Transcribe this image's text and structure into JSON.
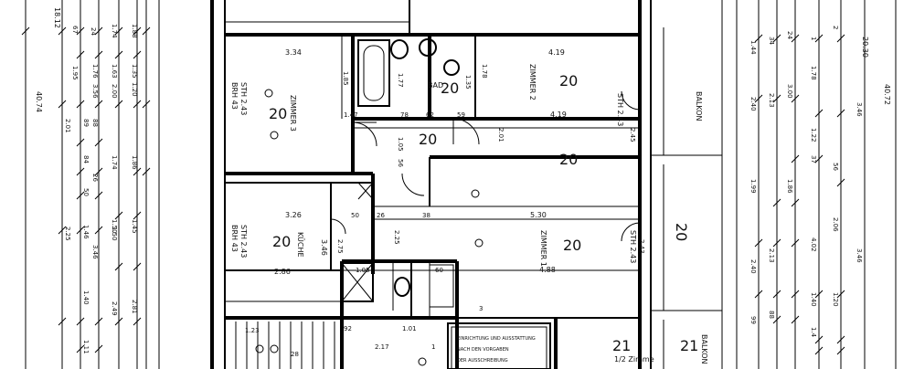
{
  "plan": {
    "rooms": [
      {
        "id": "zimmer3",
        "name": "ZIMMER 3",
        "number": "20",
        "sth": "STH 2.43",
        "brh": "BRH 43"
      },
      {
        "id": "bad",
        "name": "BAD",
        "number": "20"
      },
      {
        "id": "zimmer2",
        "name": "ZIMMER 2",
        "number": "20",
        "sth": "STH 2.43"
      },
      {
        "id": "flur",
        "number": "20"
      },
      {
        "id": "kueche",
        "name": "KÜCHE",
        "number": "20",
        "sth": "STH 2.43",
        "brh": "BRH 43"
      },
      {
        "id": "zimmer1",
        "name": "ZIMMER 1",
        "number": "20",
        "sth": "STH 2.43"
      },
      {
        "id": "balkon_top",
        "name": "BALKON"
      },
      {
        "id": "balkon_mid",
        "number": "20"
      },
      {
        "id": "balkon_low",
        "name": "BALKON",
        "number": "21"
      },
      {
        "id": "zimmer_low",
        "name": "1/2 Zimme",
        "number": "21"
      }
    ],
    "dims": {
      "d334": "3.34",
      "d419a": "4.19",
      "d419b": "4.19",
      "d326": "3.26",
      "d530": "5.30",
      "d488": "4.88",
      "d286": "2.86",
      "d346": "3.46",
      "d178": "1.78",
      "d135": "1.35",
      "d185": "1.85",
      "d177": "1.77",
      "d147": "1.47",
      "d78": "78",
      "d62": "62",
      "d59": "59",
      "d105": "1.05",
      "d56": "56",
      "d201a": "2.01",
      "d50": "50",
      "d26": "26",
      "d38": "38",
      "d275": "2.75",
      "d225": "2.25",
      "d60": "60",
      "d123": "1.23",
      "d92": "92",
      "d101": "1.01",
      "d217": "2.17",
      "d28": "28",
      "d3": "3",
      "d245": "2.45",
      "d243": "2.43",
      "d1": "1"
    },
    "left_dims": {
      "d4074": "40.74",
      "d1812": "18.12",
      "d67": "67",
      "d174": "1.74",
      "d188": "1.88",
      "d176": "1.76",
      "d150": "1.50",
      "d135": "1.35",
      "d120": "1.20",
      "d200": "2.00",
      "d356": "3.56",
      "d195": "1.95",
      "d201": "2.01",
      "d88": "88",
      "d89": "89",
      "d174b": "1.74",
      "d186": "1.86",
      "d150b": "1.50",
      "d146": "1.46",
      "d225": "2.25",
      "d346": "3.46",
      "d140": "1.40",
      "d281": "2.81",
      "d249": "2.49",
      "d111": "1.11",
      "d24": "24",
      "d26": "26",
      "d50": "50",
      "d84": "84",
      "d163": "1.63",
      "d145": "1.45"
    },
    "right_dims": {
      "d4072": "40.72",
      "d2030": "20.30",
      "d144": "1.44",
      "d178": "1.78",
      "d300": "3.00",
      "d346": "3.46",
      "d240": "2.40",
      "d213": "2.13",
      "d122": "1.22",
      "d199": "1.99",
      "d186": "1.86",
      "d206": "2.06",
      "d402": "4.02",
      "d240b": "2.40",
      "d213b": "2.13",
      "d140": "1.40",
      "d120": "1.20",
      "d88": "88",
      "d99": "99",
      "d24": "24",
      "d37": "37",
      "d56": "56",
      "d34": "34",
      "d1": "1",
      "d14": "1.4",
      "d2": "2"
    },
    "notes": {
      "board1": "EINRICHTUNG UND AUSSTATTUNG",
      "board2": "NACH DEN VORGABEN",
      "board3": "DER AUSSCHREIBUNG"
    }
  }
}
